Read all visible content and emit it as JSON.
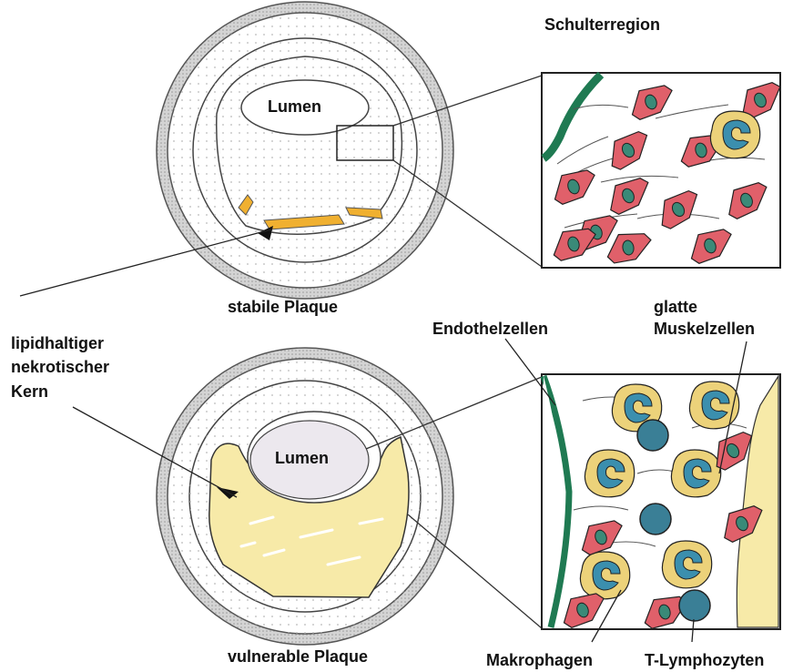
{
  "labels": {
    "shoulder_region": "Schulterregion",
    "lumen_top": "Lumen",
    "stable_plaque": "stabile Plaque",
    "lipid_core_line1": "lipidhaltiger",
    "lipid_core_line2": "nekrotischer",
    "lipid_core_line3": "Kern",
    "endothelial_cells": "Endothelzellen",
    "smooth_muscle_line1": "glatte",
    "smooth_muscle_line2": "Muskelzellen",
    "lumen_bottom": "Lumen",
    "vulnerable_plaque": "vulnerable Plaque",
    "macrophages": "Makrophagen",
    "t_lymphocytes": "T-Lymphozyten"
  },
  "colors": {
    "smooth_muscle_cell": "#e0606a",
    "smooth_muscle_nucleus": "#3a8a78",
    "macrophage": "#ecd27a",
    "macrophage_nucleus": "#3b8fae",
    "t_lymphocyte": "#3a7f96",
    "endothelium": "#1f7a52",
    "lipid_core_stable": "#f0b030",
    "lipid_core_vulnerable": "#f7eaa8",
    "outline": "#222222"
  }
}
